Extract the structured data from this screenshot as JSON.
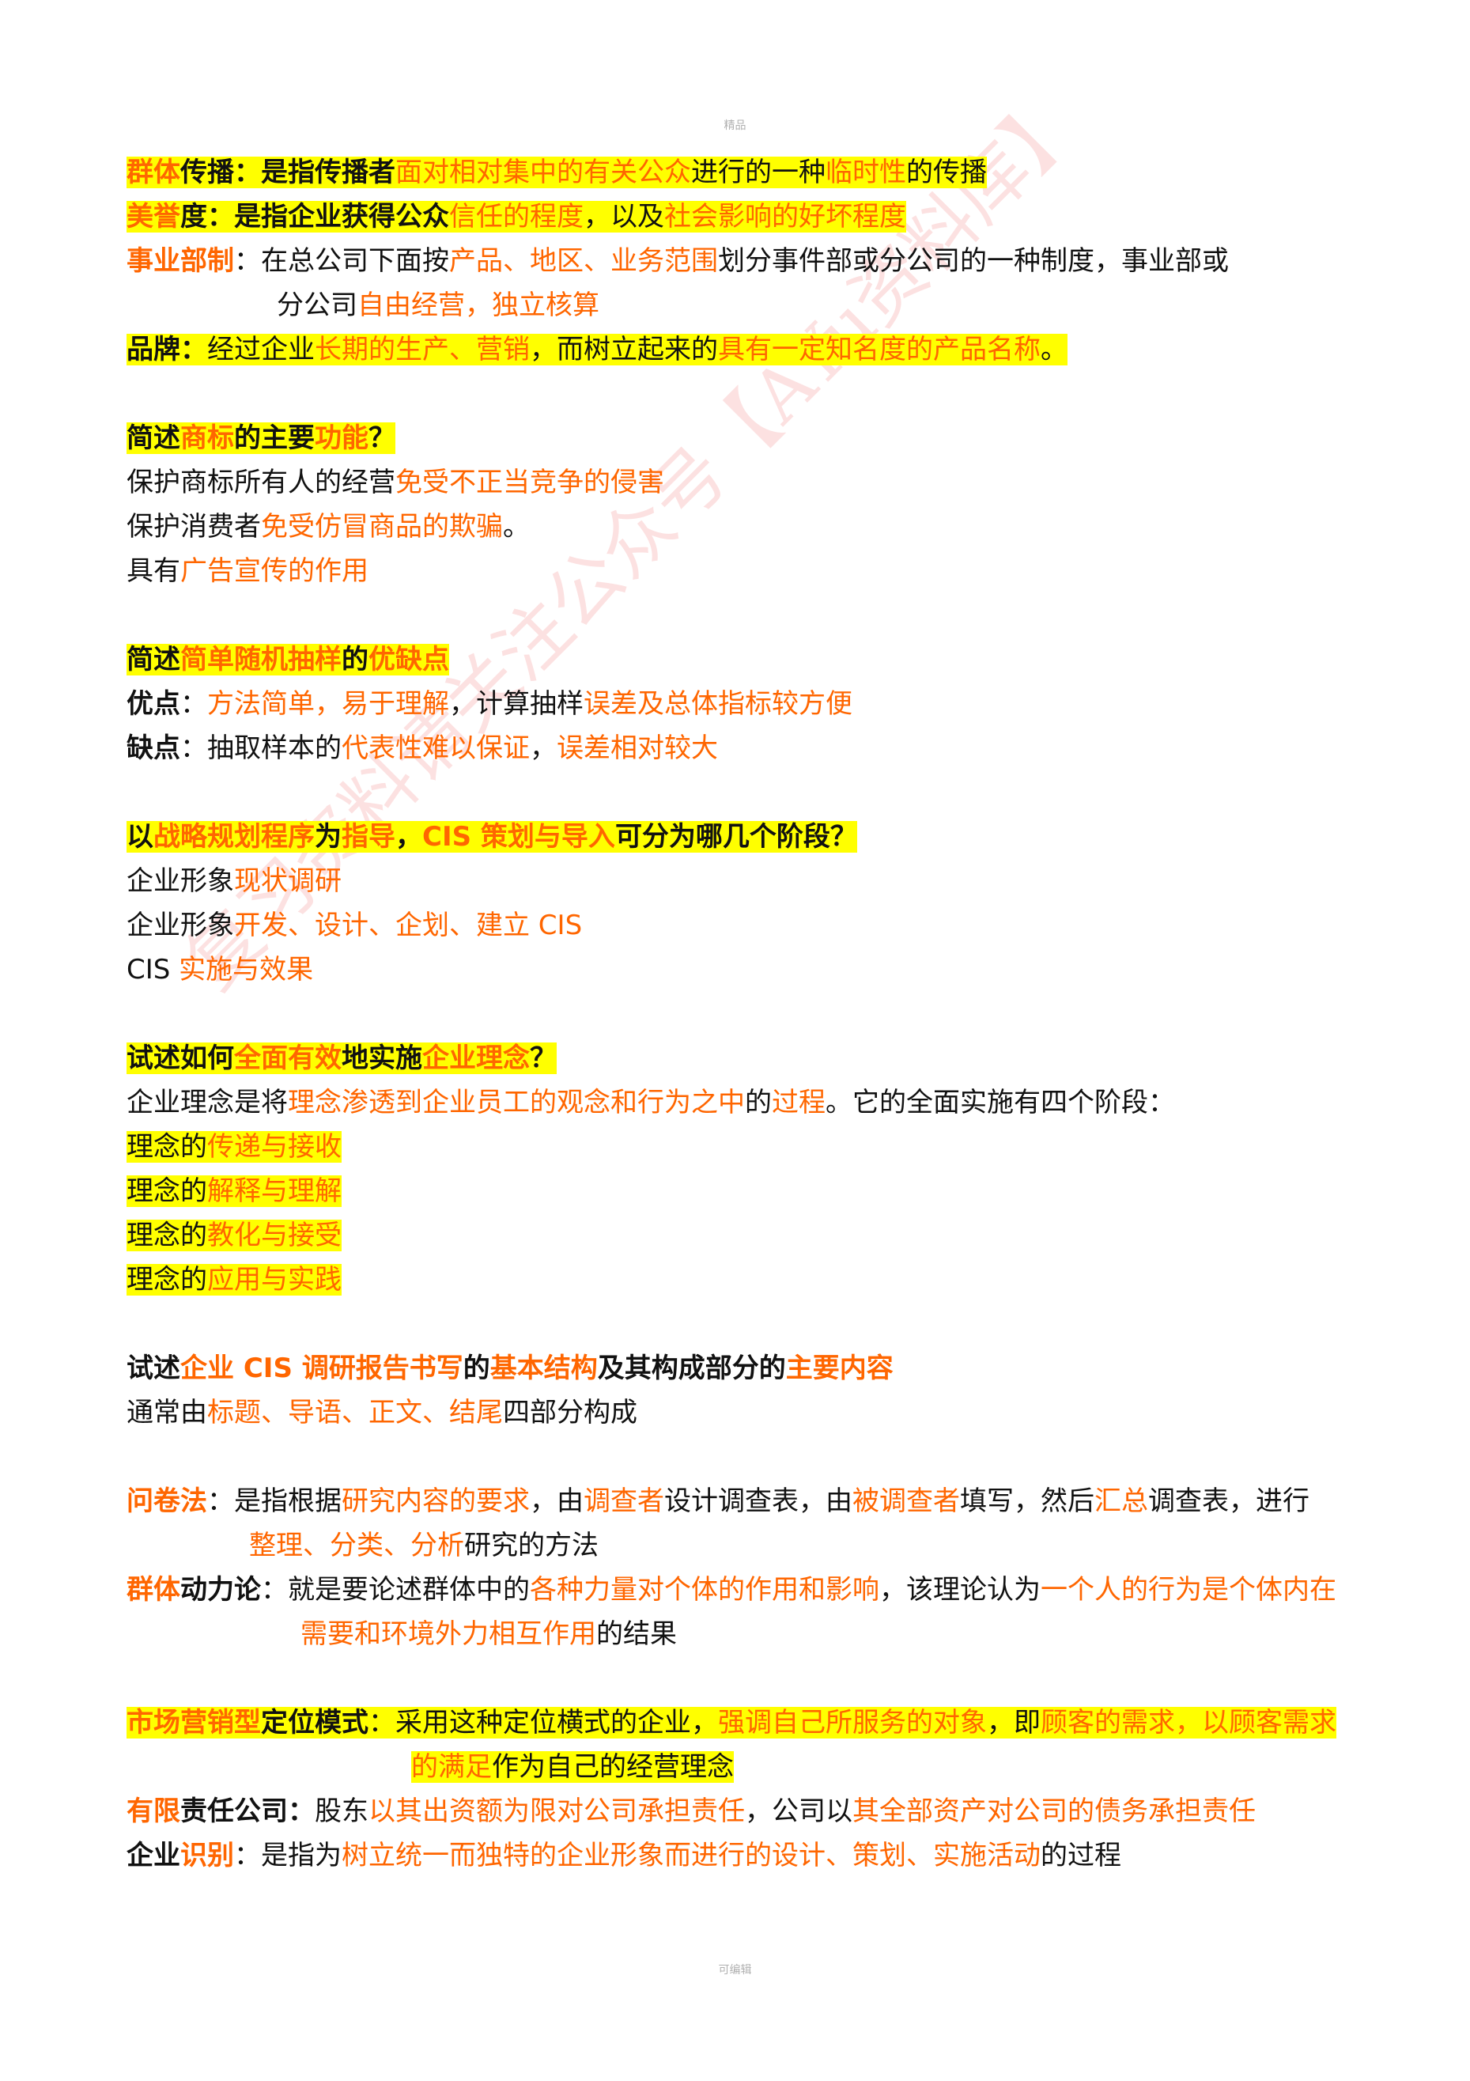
{
  "header": "精品",
  "footer": "可编辑",
  "watermark": "复习资料请关注公众号【AYu资料库】",
  "sections": {
    "s1": {
      "l1": [
        "群体",
        "传播",
        "：是指传播者",
        "面对相对集中的有关公众",
        "进行的一种",
        "临时性",
        "的传播"
      ],
      "l2": [
        "美誉",
        "度",
        "：是指企业获得公众",
        "信任的程度",
        "，以及",
        "社会影响的好坏程度"
      ],
      "l3": [
        "事业部制",
        "：在总公司下面按",
        "产品、地区、业务范围",
        "划分事件部或分公司的一种制度，事业部或"
      ],
      "l3b": [
        "分公司",
        "自由经营，独立核算"
      ],
      "l4": [
        "品牌：",
        "经过企业",
        "长期的生产、营销",
        "，而树立起来的",
        "具有一定知名度的产品名称",
        "。"
      ]
    },
    "s2": {
      "title": [
        "简述",
        "商标",
        "的主要",
        "功能",
        "？"
      ],
      "items": [
        [
          "保护商标所有人的经营",
          "免受不正当竞争的侵害"
        ],
        [
          "保护消费者",
          "免受仿冒商品的欺骗",
          "。"
        ],
        [
          "具有",
          "广告宣传的作用"
        ]
      ]
    },
    "s3": {
      "title": [
        "简述",
        "简单随机抽样",
        "的",
        "优缺点"
      ],
      "pros": [
        "优点",
        "：",
        "方法简单，易于理解",
        "，计算抽样",
        "误差及总体指标较方便"
      ],
      "cons": [
        "缺点",
        "：抽取样本的",
        "代表性难以保证",
        "，",
        "误差相对较大"
      ]
    },
    "s4": {
      "title": [
        "以",
        "战略规划程序",
        "为",
        "指导",
        "，",
        "CIS 策划与导入",
        "可分为哪几个阶段？"
      ],
      "items": [
        [
          "企业形象",
          "现状调研"
        ],
        [
          "企业形象",
          "开发、设计、企划、建立 CIS"
        ],
        [
          "CIS ",
          "实施与效果"
        ]
      ]
    },
    "s5": {
      "title": [
        "试述如何",
        "全面有效",
        "地实施",
        "企业理念",
        "？"
      ],
      "intro": [
        "企业理念是将",
        "理念渗透到企业员工的观念和行为之中",
        "的",
        "过程",
        "。它的全面实施有四个阶段："
      ],
      "stages": [
        [
          "理念的",
          "传递与接收"
        ],
        [
          "理念的",
          "解释与理解"
        ],
        [
          "理念的",
          "教化与接受"
        ],
        [
          "理念的",
          "应用与实践"
        ]
      ]
    },
    "s6": {
      "title": [
        "试述",
        "企业 CIS 调研报告书写",
        "的",
        "基本结构",
        "及其构成部分的",
        "主要内容"
      ],
      "body": [
        "通常由",
        "标题、导语、正文、结尾",
        "四部分构成"
      ]
    },
    "s7": {
      "q1": [
        "问卷法",
        "：是指根据",
        "研究内容的要求",
        "，由",
        "调查者",
        "设计调查表，由",
        "被调查者",
        "填写，然后",
        "汇总",
        "调查表，进行"
      ],
      "q1b": [
        "整理、分类、分析",
        "研究的方法"
      ],
      "q2": [
        "群体",
        "动力论",
        "：就是要论述群体中的",
        "各种力量对个体的作用和影响",
        "，该理论认为",
        "一个人的行为是个体内在"
      ],
      "q2b": [
        "需要和环境外力相互作用",
        "的结果"
      ]
    },
    "s8": {
      "m1": [
        "市场营销型",
        "定位模式",
        "：采用这种定位横式的企业，",
        "强调自己所服务的对象",
        "，即",
        "顾客的需求，以顾客需求"
      ],
      "m1b": [
        "的满足",
        "作为自己的经营理念"
      ],
      "m2": [
        "有限",
        "责任公司：",
        "股东",
        "以其出资额为限对公司承担责任",
        "，公司以",
        "其全部资产对公司的债务承担责任"
      ],
      "m3": [
        "企业",
        "识别",
        "：是指为",
        "树立统一而独特的企业形象而进行的设计、策划、实施活动",
        "的过程"
      ]
    }
  }
}
